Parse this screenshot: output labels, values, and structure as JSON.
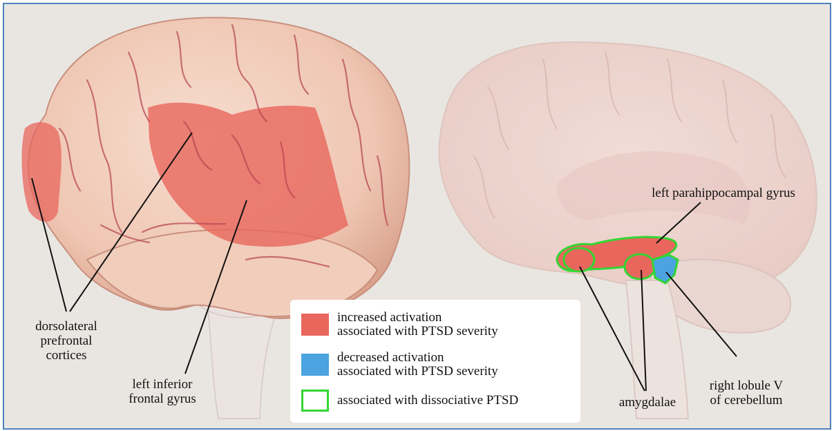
{
  "colors": {
    "increased": "#e8665c",
    "decreased": "#4ba3e0",
    "dissociative": "#33d633",
    "brain": "#f0c8b4",
    "brain_ghost": "#eecfc8",
    "background": "#e9e6e2",
    "border": "#4f81bd"
  },
  "labels": {
    "dlpfc": "dorsolateral\nprefrontal\ncortices",
    "ifg": "left inferior\nfrontal gyrus",
    "parahippocampal": "left parahippocampal gyrus",
    "amygdalae": "amygdalae",
    "cerebellum": "right lobule V\nof cerebellum"
  },
  "legend": {
    "items": [
      {
        "kind": "increased",
        "text": "increased activation\nassociated with PTSD severity"
      },
      {
        "kind": "decreased",
        "text": "decreased activation\nassociated with PTSD severity"
      },
      {
        "kind": "dissociative",
        "text": "associated with dissociative PTSD"
      }
    ]
  }
}
